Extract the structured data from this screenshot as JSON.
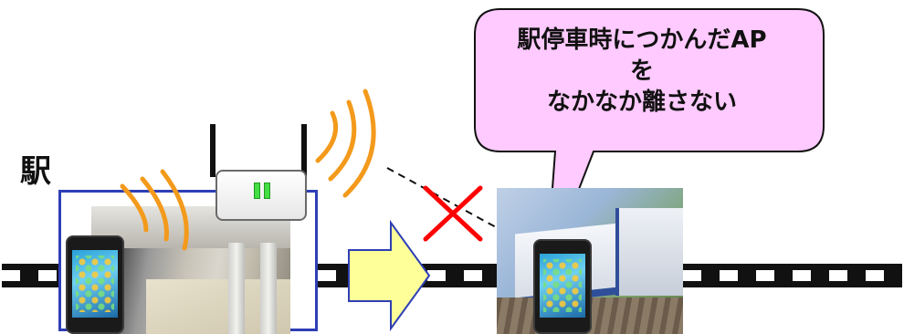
{
  "labels": {
    "station": "駅"
  },
  "bubble": {
    "line1": "駅停車時につかんだAP",
    "line2": "を",
    "line3": "なかなか離さない"
  },
  "colors": {
    "track": "#111111",
    "station_frame": "#2e3fb5",
    "wifi_waves": "#f39a1c",
    "bubble_fill": "#ffcaff",
    "arrow_fill": "#ffff99",
    "blocked_mark": "#ff0000"
  },
  "icons": {
    "router": "wifi-access-point-icon",
    "phone": "smartphone-icon",
    "blocked": "cross-mark-icon",
    "transition": "arrow-right-icon"
  }
}
